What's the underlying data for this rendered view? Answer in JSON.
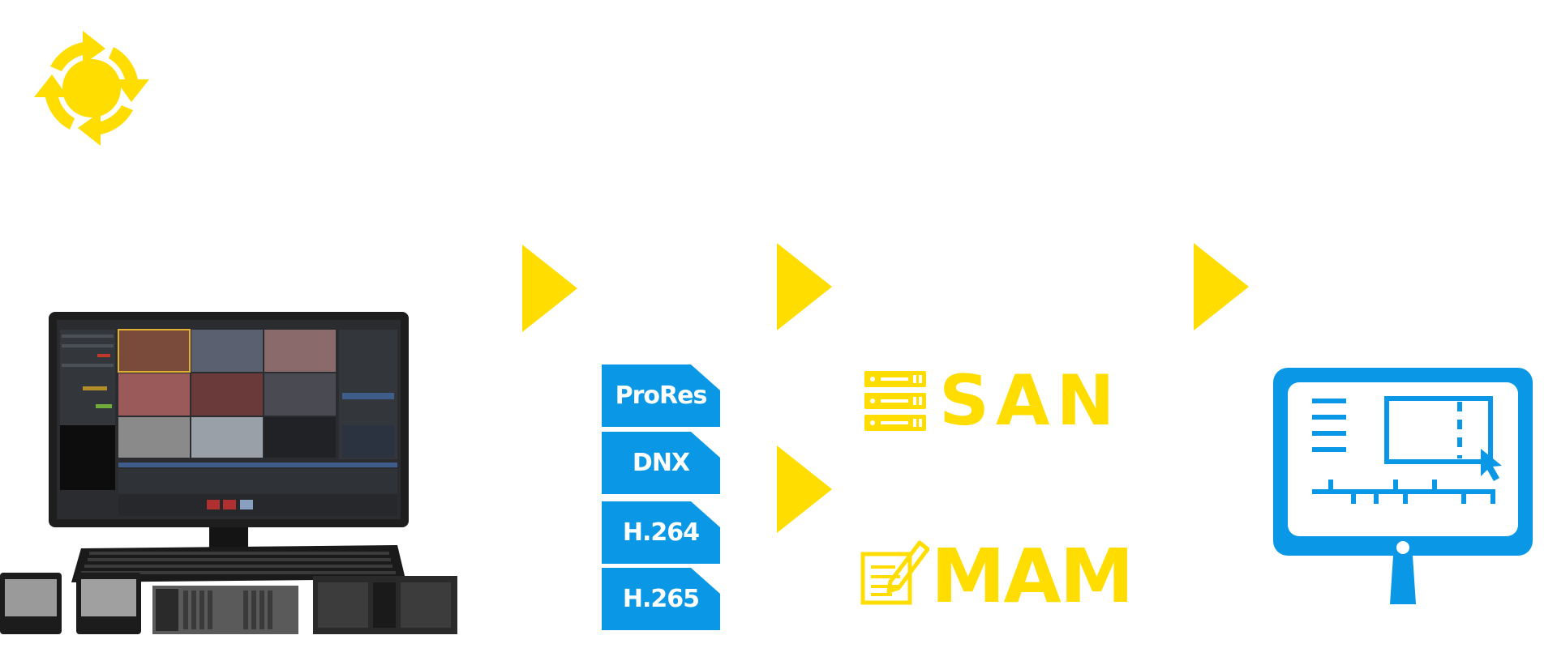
{
  "colors": {
    "accent_yellow": "#ffdd00",
    "accent_blue": "#0a98e6",
    "monitor_frame": "#1e1e1e"
  },
  "icons": {
    "top_left": "cycle-arrows-icon",
    "san": "server-rack-icon",
    "mam": "notepad-pencil-icon",
    "destination": "monitor-timeline-icon"
  },
  "codecs": [
    "ProRes",
    "DNX",
    "H.264",
    "H.265"
  ],
  "destinations": {
    "san": "SAN",
    "mam": "MAM"
  }
}
